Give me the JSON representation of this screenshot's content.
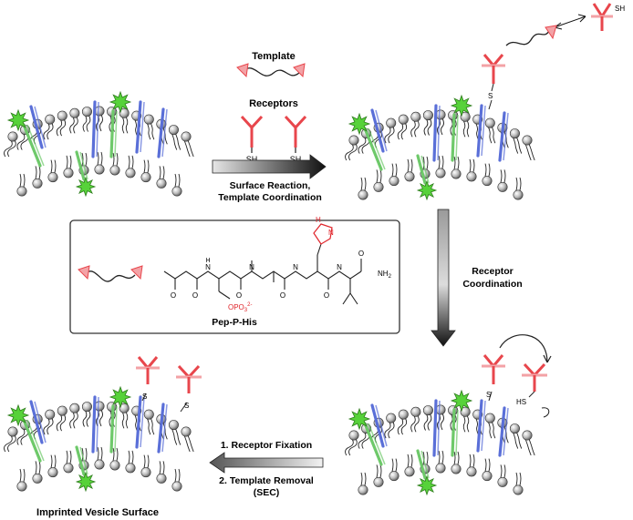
{
  "colors": {
    "lipid_fill": "#b9b9b9",
    "lipid_stroke": "#333333",
    "receptor_red": "#e8464c",
    "receptor_pink": "#f3a2a6",
    "green_star": "#57d23a",
    "green_bar": "#6ec96a",
    "blue_bar": "#5a6fd8",
    "arrow_dark": "#2b2b2b",
    "panel_border": "#333333",
    "atom_red": "#e0252b"
  },
  "labels": {
    "template": "Template",
    "receptors": "Receptors",
    "sh_left": "SH",
    "sh_right": "SH",
    "surface_reaction_1": "Surface Reaction,",
    "surface_reaction_2": "Template Coordination",
    "receptor_coord_1": "Receptor",
    "receptor_coord_2": "Coordination",
    "fixation_1": "1. Receptor Fixation",
    "fixation_2": "2. Template Removal",
    "fixation_3": "(SEC)",
    "imprinted": "Imprinted Vesicle Surface",
    "sh_top_right": "SH",
    "s_top_right": "S",
    "hs_bottom_right": "HS",
    "s_bottom_right": "S",
    "s_bottom_left_1": "S",
    "s_bottom_left_2": "S"
  },
  "molecule": {
    "name": "Pep-P-His",
    "op": "OPO",
    "op_sub": "3",
    "op_sup": "2-",
    "nh2": "NH",
    "nh2_sub": "2",
    "n_label": "N",
    "h_label": "H",
    "hn_label": "H",
    "o_label": "O"
  }
}
